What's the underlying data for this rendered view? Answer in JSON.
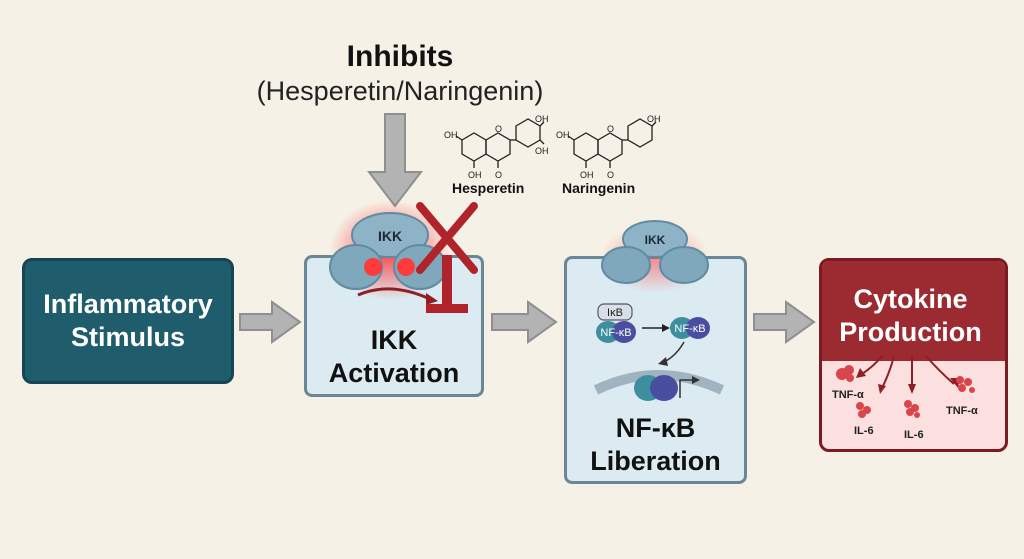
{
  "inhibitor": {
    "title": "Inhibits",
    "subtitle": "(Hesperetin/Naringenin)"
  },
  "molecules": {
    "hesperetin": "Hesperetin",
    "naringenin": "Naringenin",
    "oh": "OH",
    "o": "O"
  },
  "steps": {
    "stimulus": {
      "line1": "Inflammatory",
      "line2": "Stimulus"
    },
    "ikk": {
      "complex": "IKK",
      "line1": "IKK",
      "line2": "Activation"
    },
    "nfkb": {
      "complex": "IKK",
      "ikb": "IκB",
      "nfkb_bound": "NF-κB",
      "nfkb_free": "NF-κB",
      "line1": "NF-κB",
      "line2": "Liberation"
    },
    "cytokine": {
      "line1": "Cytokine",
      "line2": "Production",
      "tnf1": "TNF-α",
      "tnf2": "TNF-α",
      "il6a": "IL-6",
      "il6b": "IL-6"
    }
  },
  "colors": {
    "stimulus": "#1f5d6d",
    "activation_box": "#dcebf1",
    "cytokine_header": "#9c2a31",
    "inhibition_mark": "#b0232a",
    "arrow": "#a9a9a9"
  }
}
